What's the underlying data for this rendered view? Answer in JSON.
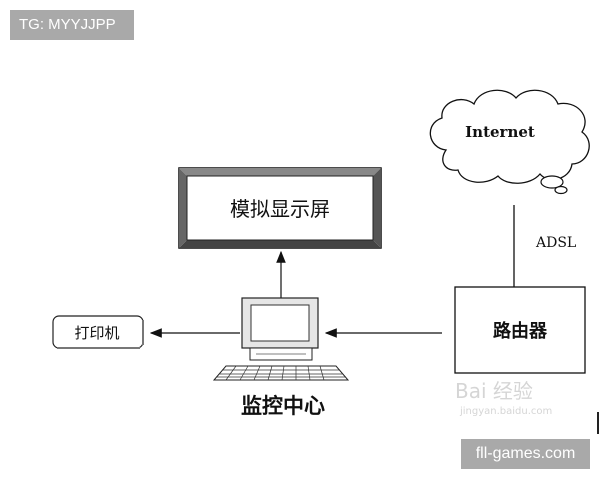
{
  "tags": {
    "top_left": "TG: MYYJJPP",
    "bottom_right": "fll-games.com"
  },
  "diagram": {
    "display_label": "模拟显示屏",
    "printer_label": "打印机",
    "center_label": "监控中心",
    "router_label": "路由器",
    "internet_label": "Internet",
    "link_label": "ADSL",
    "watermark": "Bai 经验",
    "watermark_sub": "jingyan.baidu.com"
  }
}
